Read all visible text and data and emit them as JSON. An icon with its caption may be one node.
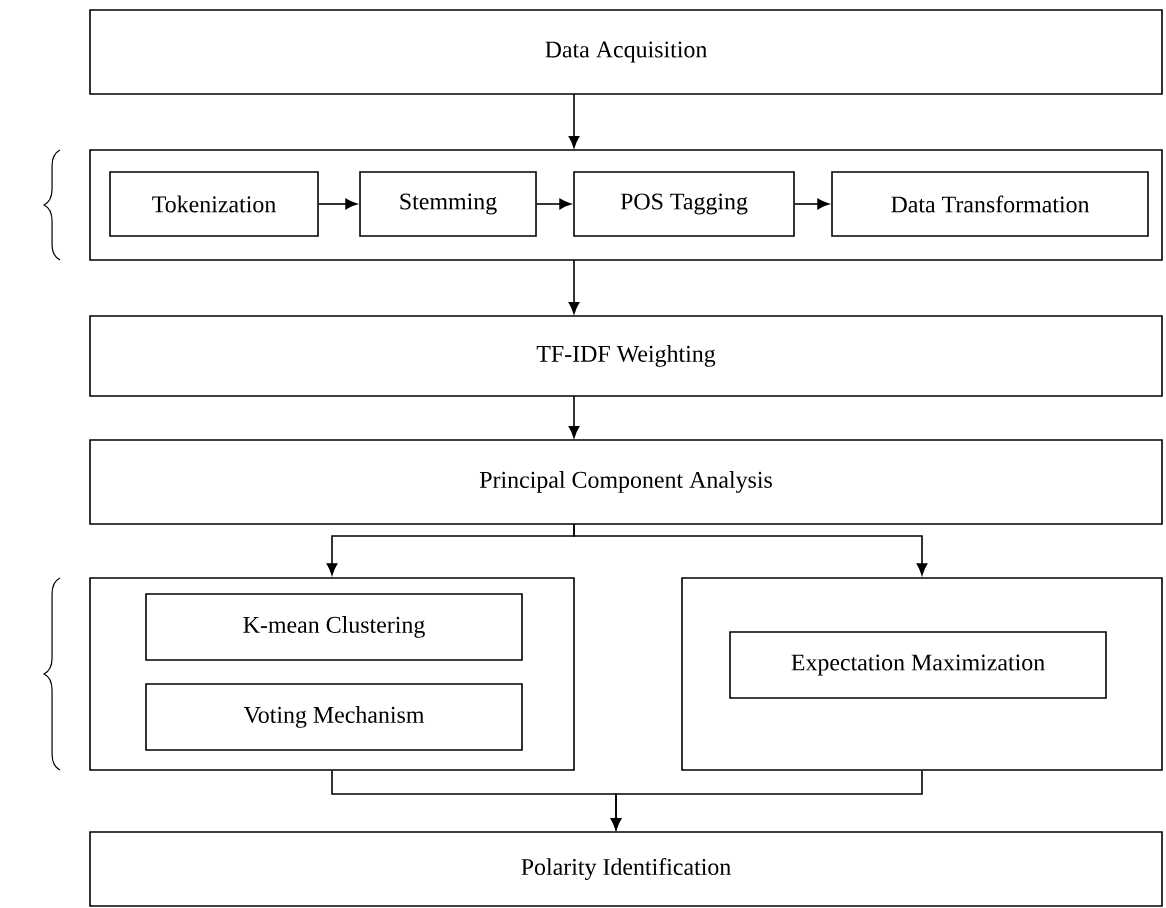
{
  "diagram": {
    "nodes": [
      {
        "text": [
          "Data Acquisition"
        ]
      },
      {
        "text": [],
        "shape": "box"
      },
      {
        "text": [
          "Tokenization"
        ],
        "in": 1
      },
      {
        "text": [
          "Stemming"
        ],
        "in": 1
      },
      {
        "text": [
          "POS Tagging"
        ],
        "in": 1
      },
      {
        "text": [
          "Data Transformation"
        ],
        "in": 1
      },
      {
        "text": [
          "TF-IDF Weighting"
        ]
      },
      {
        "text": [
          "Principal Component Analysis"
        ]
      },
      {
        "text": [],
        "shape": "box"
      },
      {
        "text": [
          "K-mean Clustering"
        ],
        "in": 8
      },
      {
        "text": [
          "Voting Mechanism"
        ],
        "in": 8
      },
      {
        "text": [],
        "shape": "box"
      },
      {
        "text": [
          "Expectation Maximization"
        ],
        "in": 11
      },
      {
        "text": [
          "Polarity Identification"
        ]
      }
    ],
    "edges": [
      {
        "from": 0,
        "to": 1,
        "arrow": "to"
      },
      {
        "from": 2,
        "to": 3,
        "arrow": "to"
      },
      {
        "from": 3,
        "to": 4,
        "arrow": "to"
      },
      {
        "from": 4,
        "to": 5,
        "arrow": "to"
      },
      {
        "from": 1,
        "to": 6,
        "arrow": "to"
      },
      {
        "from": 6,
        "to": 7,
        "arrow": "to"
      },
      {
        "from": 7,
        "to": 8,
        "arrow": "to"
      },
      {
        "from": 7,
        "to": 11,
        "arrow": "to"
      },
      {
        "from": 8,
        "to": 13,
        "arrow": "to"
      },
      {
        "from": 11,
        "to": 13,
        "arrow": "to"
      }
    ]
  }
}
